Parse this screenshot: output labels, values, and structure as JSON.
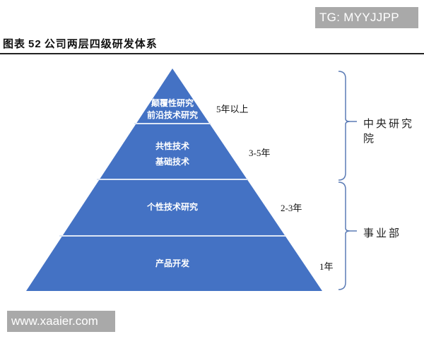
{
  "watermark_top": "TG: MYYJJPP",
  "figure": {
    "label": "图表",
    "number": "52",
    "title": "公司两层四级研发体系"
  },
  "pyramid": {
    "color": "#4472c4",
    "divider_color": "#dde6f5",
    "levels": [
      {
        "line1": "颠覆性研究",
        "line2": "前沿技术研究",
        "duration": "5年以上"
      },
      {
        "line1": "共性技术",
        "line2": "基础技术",
        "duration": "3-5年"
      },
      {
        "line1": "个性技术研究",
        "line2": "",
        "duration": "2-3年"
      },
      {
        "line1": "产品开发",
        "line2": "",
        "duration": "1年"
      }
    ]
  },
  "groups": [
    {
      "label": "中央研究院",
      "covers": "top two levels"
    },
    {
      "label": "事业部",
      "covers": "bottom two levels"
    }
  ],
  "bracket_color": "#5b7bb5",
  "watermark_bottom": "www.xaaier.com"
}
